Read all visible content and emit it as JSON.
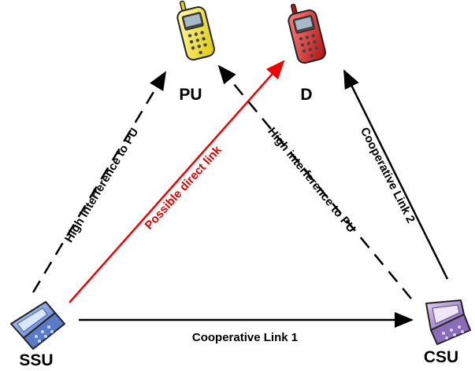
{
  "colors": {
    "arrow": "#000000",
    "direct_link": "#f20000",
    "pu_phone_body": "#f3e82c",
    "d_phone_body": "#d82020",
    "ssu_phone_body": "#6f90d8",
    "csu_phone_body": "#9b7fc4"
  },
  "nodes": {
    "pu": {
      "label": "PU",
      "icon": "yellow-mobile-phone-icon"
    },
    "d": {
      "label": "D",
      "icon": "red-mobile-phone-icon"
    },
    "ssu": {
      "label": "SSU",
      "icon": "blue-flip-phone-icon"
    },
    "csu": {
      "label": "CSU",
      "icon": "purple-flip-phone-icon"
    }
  },
  "links": {
    "ssu_to_pu": {
      "label": "High interference to PU",
      "style": "dashed"
    },
    "ssu_to_d": {
      "label": "Possible direct link",
      "style": "solid-red"
    },
    "csu_to_pu": {
      "label": "High interference to PU",
      "style": "dashed"
    },
    "csu_to_d": {
      "label": "Cooperative Link 2",
      "style": "solid"
    },
    "ssu_to_csu": {
      "label": "Cooperative Link 1",
      "style": "solid"
    }
  }
}
